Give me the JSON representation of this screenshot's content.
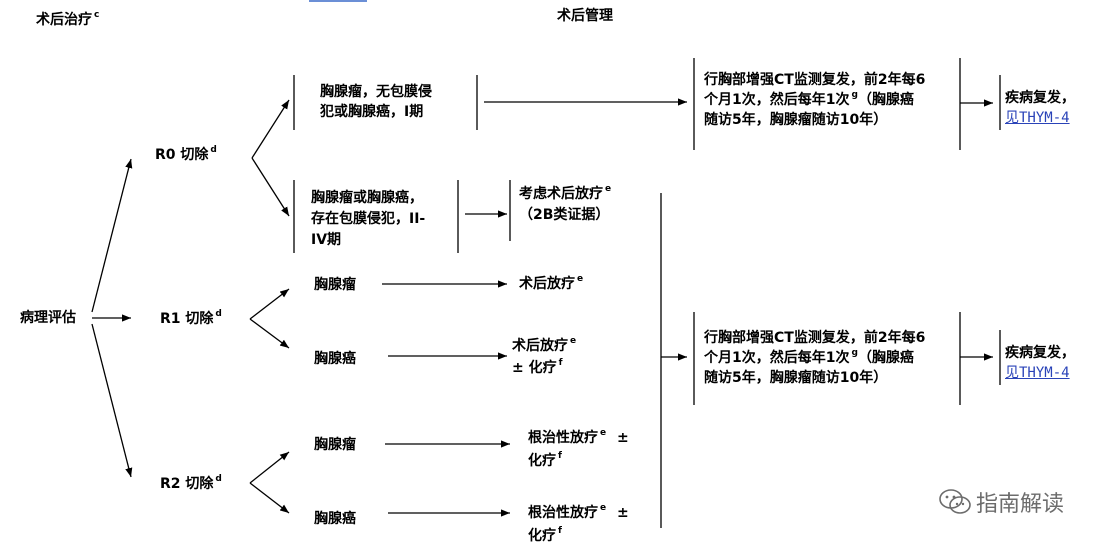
{
  "header": {
    "left_title": "术后治疗",
    "left_title_sup": "c",
    "center_title": "术后管理"
  },
  "nodes": {
    "pathology": "病理评估",
    "r0": "R0 切除",
    "r1": "R1 切除",
    "r2": "R2 切除",
    "resection_sup": "d",
    "r0_top_line1": "胸腺瘤，无包膜侵",
    "r0_top_line2": "犯或胸腺癌，I期",
    "r0_bottom_line1": "胸腺瘤或胸腺癌，",
    "r0_bottom_line2": "存在包膜侵犯，II-",
    "r0_bottom_line3": "IV期",
    "consider_rt_line1": "考虑术后放疗",
    "consider_rt_sup": "e",
    "consider_rt_line2": "（2B类证据）",
    "r1_thymoma": "胸腺瘤",
    "r1_thymoma_tx": "术后放疗",
    "r1_thymoma_tx_sup": "e",
    "r1_carcinoma": "胸腺癌",
    "r1_carcinoma_tx_line1": "术后放疗",
    "r1_carcinoma_tx_line1_sup": "e",
    "r1_carcinoma_tx_line2": "± 化疗",
    "r1_carcinoma_tx_line2_sup": "f",
    "r2_thymoma": "胸腺瘤",
    "r2_carcinoma": "胸腺癌",
    "r2_tx_line1": "根治性放疗",
    "r2_tx_line1_sup": "e",
    "r2_tx_pm": "±",
    "r2_tx_line2": "化疗",
    "r2_tx_line2_sup": "f"
  },
  "followup_top": {
    "line1": "行胸部增强CT监测复发，前2年每6",
    "line2a": "个月1次，然后每年1次",
    "sup": "g",
    "line2b": "（胸腺癌",
    "line3": "随访5年，胸腺瘤随访10年）"
  },
  "followup_bottom": {
    "line1": "行胸部增强CT监测复发，前2年每6",
    "line2a": "个月1次，然后每年1次",
    "sup": "g",
    "line2b": "（胸腺癌",
    "line3": "随访5年，胸腺瘤随访10年）"
  },
  "recurrence": {
    "label": "疾病复发，",
    "link": "见THYM-4"
  },
  "watermark": {
    "text": "指南解读",
    "icon": "wechat-icon"
  },
  "colors": {
    "link": "#2a43b8",
    "lines": "#000000",
    "watermark": "#6c6c6c"
  }
}
